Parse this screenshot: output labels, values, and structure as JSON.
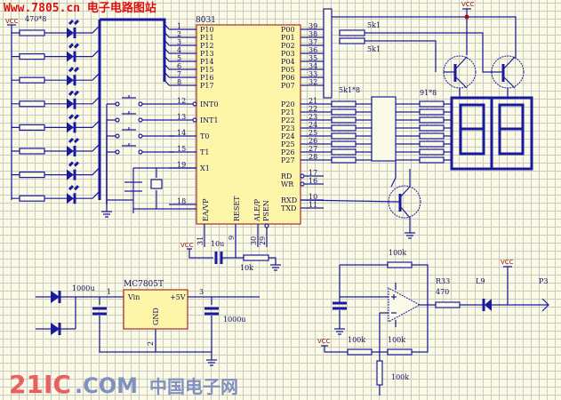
{
  "header": {
    "site": "Www.7805.cn 电子电路图站"
  },
  "watermark": {
    "main": "21IC",
    "sub": ".COM",
    "cn": "中国电子网"
  },
  "labels": {
    "vcc": "VCC",
    "led_res": "470*8",
    "mcu": "8031",
    "res5k1_a": "5k1",
    "res5k1_b": "5k1",
    "res_array1": "5k1*8",
    "res_array2": "91*8",
    "regulator": "MC7805T",
    "reg_vin": "Vin",
    "reg_5v": "+5V",
    "reg_gnd": "GND",
    "reg_pin1": "1",
    "reg_pin2": "2",
    "reg_pin3": "3",
    "cap_in": "1000u",
    "cap_out": "1000u",
    "cap_reset": "10u",
    "res_reset": "10k",
    "opamp_fb": "100k",
    "res_vcc": "100k",
    "res_mid": "100k",
    "res_down": "100k",
    "r33": "R33",
    "r33_val": "470",
    "led_l9": "L9",
    "port_p3": "P3",
    "pin31": "31",
    "pin9": "9",
    "pin30": "30",
    "pin29": "29",
    "reset": "RESET",
    "ea": "EA/VP",
    "ale": "ALE/P",
    "psen": "PSEN"
  },
  "mcu_left": [
    [
      "1",
      "P10"
    ],
    [
      "2",
      "P11"
    ],
    [
      "3",
      "P12"
    ],
    [
      "4",
      "P13"
    ],
    [
      "5",
      "P14"
    ],
    [
      "6",
      "P15"
    ],
    [
      "7",
      "P16"
    ],
    [
      "8",
      "P17"
    ]
  ],
  "mcu_left2": [
    [
      "12",
      "INT0"
    ],
    [
      "13",
      "INT1"
    ],
    [
      "14",
      "T0"
    ],
    [
      "15",
      "T1"
    ],
    [
      "19",
      "X1"
    ],
    [
      "18",
      ""
    ]
  ],
  "mcu_right": [
    [
      "39",
      "P00"
    ],
    [
      "38",
      "P01"
    ],
    [
      "37",
      "P02"
    ],
    [
      "36",
      "P03"
    ],
    [
      "35",
      "P04"
    ],
    [
      "34",
      "P05"
    ],
    [
      "33",
      "P06"
    ],
    [
      "32",
      "P07"
    ]
  ],
  "mcu_right2": [
    [
      "21",
      "P20"
    ],
    [
      "22",
      "P21"
    ],
    [
      "23",
      "P22"
    ],
    [
      "24",
      "P23"
    ],
    [
      "25",
      "P24"
    ],
    [
      "26",
      "P25"
    ],
    [
      "27",
      "P26"
    ],
    [
      "28",
      "P27"
    ]
  ],
  "mcu_right3": [
    [
      "17",
      "RD"
    ],
    [
      "16",
      "WR"
    ],
    [
      "10",
      "RXD"
    ],
    [
      "11",
      "TXD"
    ]
  ]
}
